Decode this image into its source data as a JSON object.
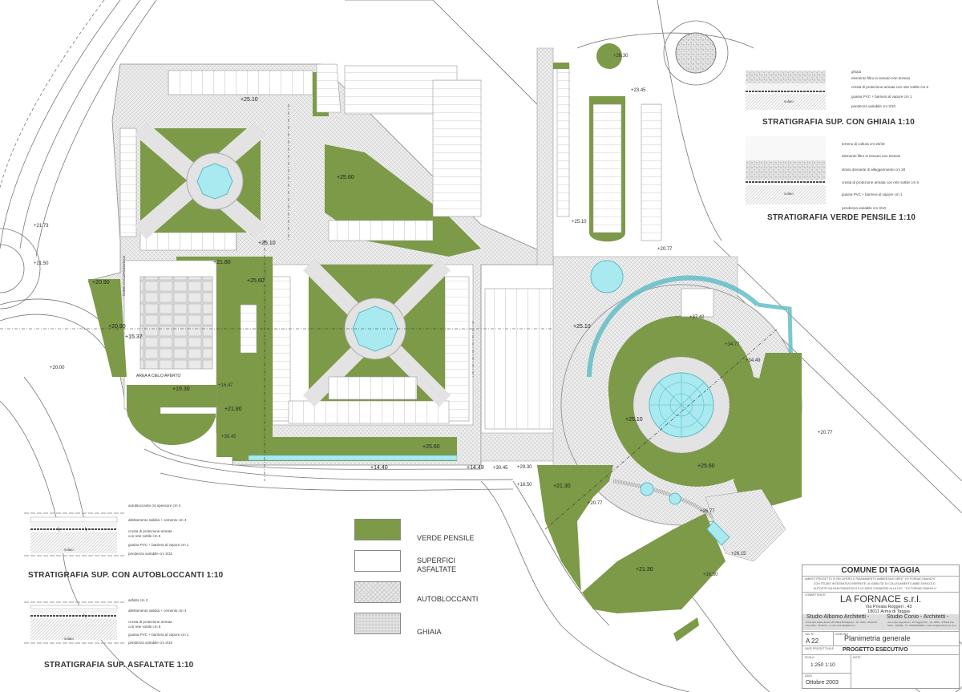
{
  "title_block": {
    "municipality": "COMUNE DI TAGGIA",
    "project_description": [
      "AMBITO PROGETTO DI RECUPERO E RISANAMENTO AMBIENTALE AREE \" EX FORNACI BIANCHI\"",
      "CON STUDIO INTEGRATIVO INERENTE LA VIABILITA' DI COLLEGAMENTO ABBE SVINCOLO",
      "AUTOSTR.VIA SAN FRANCESCO E LE AREE CONNESSE ALLA LOC. \" EX FORNACI BIANCHI \""
    ],
    "client_label": "COMMITTENTE",
    "client_name": "LA FORNACE s.r.l.",
    "client_address_1": "Via Privata Roggeri , 43",
    "client_address_2": "18011 Arma di Taggia",
    "studio_1_name": "Studio Albomo Architetti -",
    "studio_1_details": "P.zza Eroi della Liberta' 28 18012 Bordighera - Tel. 0184 - 26 60 64 Fax 0184 - 26 60 61 - e-mail: archalb@libero.it",
    "studio_2_name": "Studio Conio - Architetti -",
    "studio_2_details": "via Lungo Argentina n. 23 Taggia (IM) - Tel. 0184 - 475622 Fax 0184 - 460388 - P.I. 01092500086 e-mail: info@studioconio.com",
    "sheet_label": "TAV. N°",
    "sheet_number": "A  22",
    "drawing_label": "DISEGNO",
    "drawing_title": "Planimetria generale",
    "phase_label": "FASE PROGETTUALE",
    "phase": "PROGETTO ESECUTIVO",
    "scale_label": "SCALA",
    "scale": "1:250  1:10",
    "notes_label": "NOTE",
    "date_label": "DATA",
    "date": "Ottobre 2003"
  },
  "legend": [
    {
      "label": "VERDE PENSILE",
      "color": "#7c9a47"
    },
    {
      "label": "SUPERFICI ASFALTATE",
      "color": "#ffffff"
    },
    {
      "label": "AUTOBLOCCANTI",
      "color": "#e4e4e4"
    },
    {
      "label": "GHIAIA",
      "color": "#d8d8d8"
    }
  ],
  "stratigraphy": {
    "ghiaia": {
      "title": "STRATIGRAFIA SUP. CON GHIAIA 1:10",
      "layers": [
        "ghiaia",
        "elemento filtro in tessuto non tessuto",
        "cresta di protezione armata con rete sottile cm 5",
        "guaina PVC + barriera al vapore cm 1",
        "pendenza variabile cm 3/10"
      ],
      "slab": "solaio"
    },
    "verde": {
      "title": "STRATIGRAFIA VERDE PENSILE 1:10",
      "layers": [
        "terreno di coltura cm 20/40",
        "elemento filtro in tessuto non tessuto",
        "strato drenante di alleggerimento cm 20",
        "cresta di protezione armata con rete sottile cm 5",
        "guaina PVC + barriera al vapore cm 1",
        "pendenza variabile cm 3/10"
      ],
      "slab": "solaio"
    },
    "autobloccanti": {
      "title": "STRATIGRAFIA SUP. CON AUTOBLOCCANTI 1:10",
      "layers": [
        "autobloccante cls spessore cm 4",
        "allettamento sabbia + cemento cm 4",
        "crosta di protezione armata",
        "con rete sottile cm 5",
        "guaina PVC + barriera al vapore cm 1",
        "pendenza variabile cm 3/10"
      ],
      "slab": "solaio"
    },
    "asfaltate": {
      "title": "STRATIGRAFIA SUP. ASFALTATE 1:10",
      "layers": [
        "asfalto cm 2",
        "allettamento sabbia + cemento cm 4",
        "crosta di protezione armata",
        "con rete sottile cm 5",
        "guaina PVC + barriera al vapore cm 1",
        "pendenza variabile cm 3/10"
      ],
      "slab": "solaio"
    }
  },
  "plan_labels": {
    "open_area": "AREA A CIELO APERTO",
    "tower": "TORRE DI EVAPORAZIONE",
    "elevations": [
      "+25.10",
      "+25.60",
      "+25.10",
      "+25.60",
      "+21.80",
      "+20.90",
      "+20.90",
      "+15.37",
      "+19.30",
      "+16.47",
      "+21.80",
      "+30.45",
      "+14.40",
      "+14.49",
      "+25.60",
      "+30.45",
      "+29.30",
      "+18.50",
      "+25.10",
      "+37.42",
      "+34.77",
      "+34.49",
      "+25.10",
      "+25.60",
      "+20.77",
      "+20.77",
      "+21.30",
      "+20.77",
      "+21.30",
      "+26.77",
      "+26.15",
      "+16.50",
      "+26.30",
      "+23.45",
      "+25.10",
      "+21.73",
      "+21.50",
      "+20.00"
    ]
  }
}
